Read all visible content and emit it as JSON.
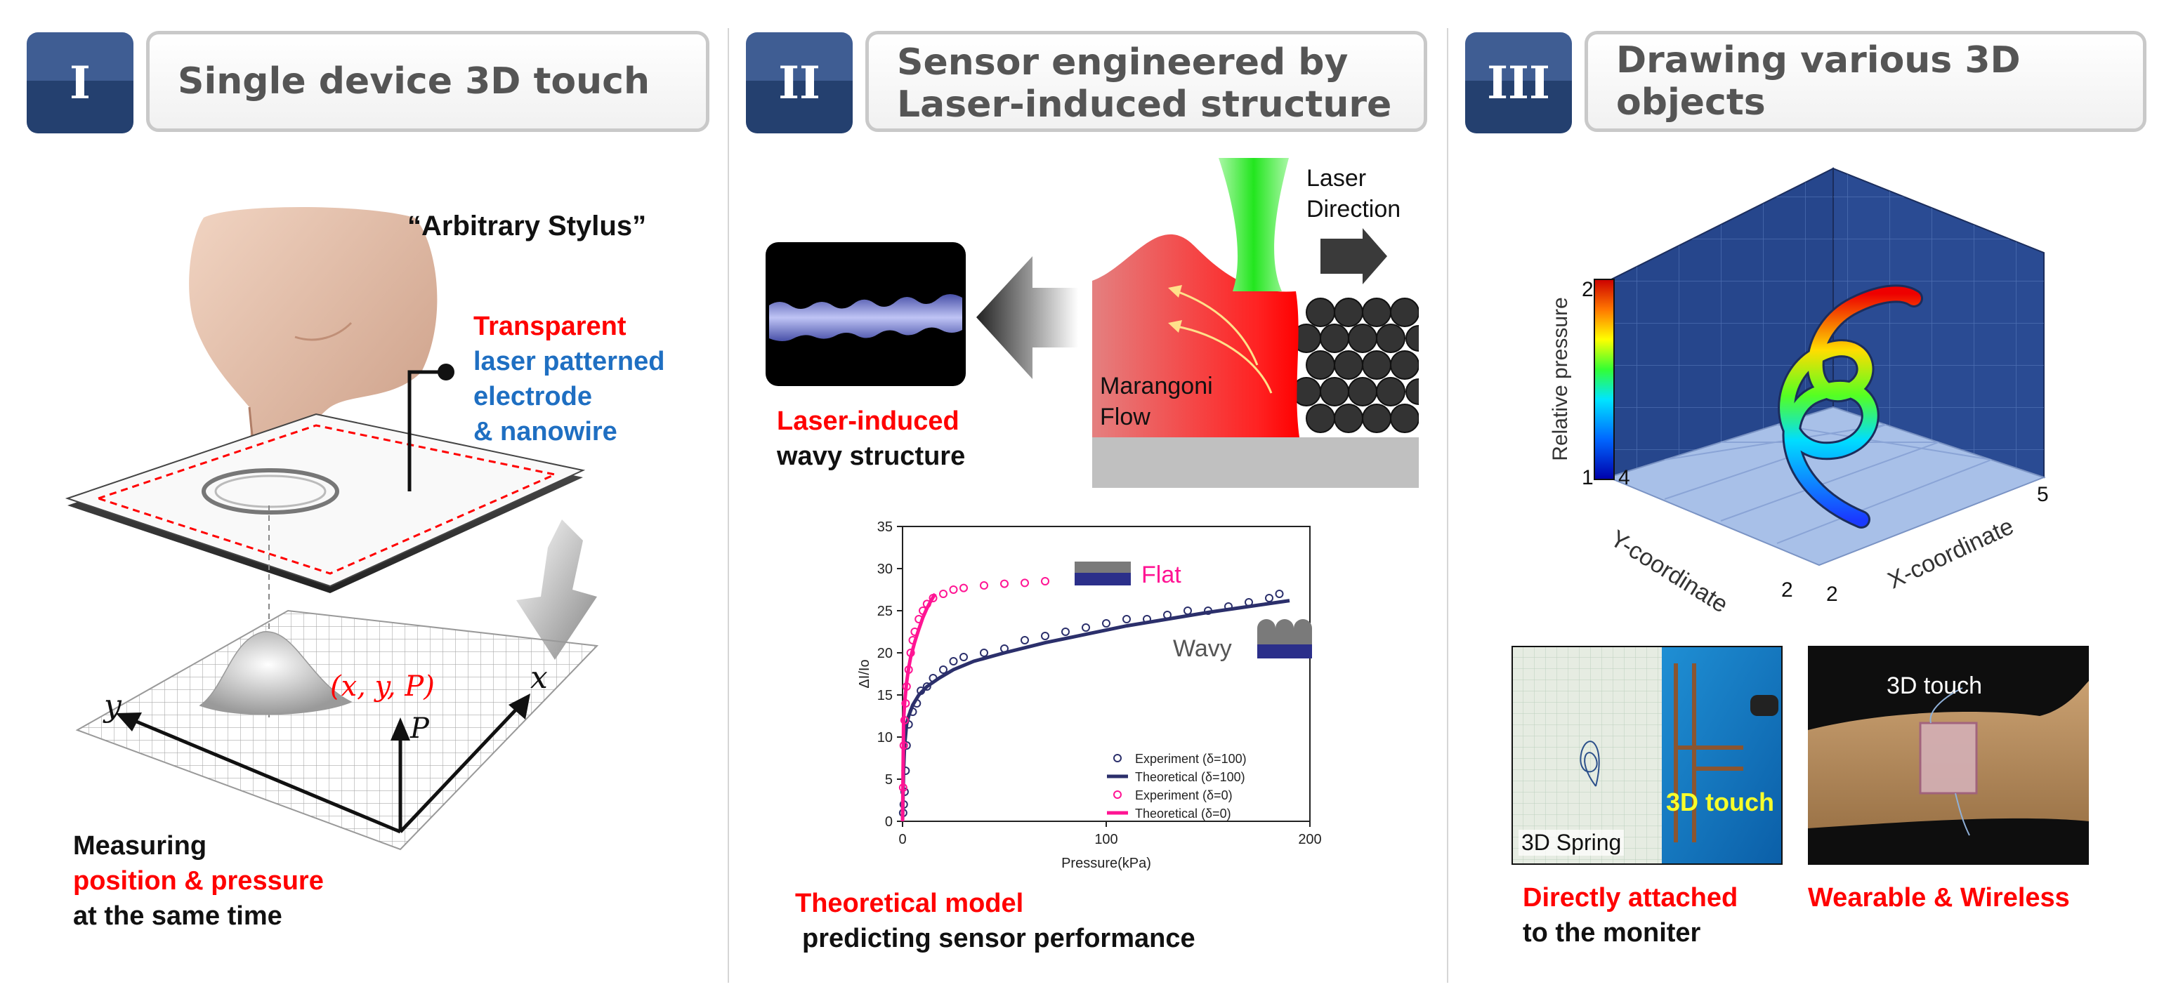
{
  "panels": [
    {
      "numeral": "I",
      "title": "Single device 3D touch"
    },
    {
      "numeral": "II",
      "title_line1": "Sensor engineered by",
      "title_line2": "Laser-induced structure"
    },
    {
      "numeral": "III",
      "title": "Drawing various 3D objects"
    }
  ],
  "panel1": {
    "stylus_label": "“Arbitrary Stylus”",
    "electrode_line1": "Transparent",
    "electrode_line2": "laser patterned",
    "electrode_line3": "electrode",
    "electrode_line4": "& nanowire",
    "coord_label": "(x, y, P)",
    "axis_x": "x",
    "axis_y": "y",
    "axis_p": "P",
    "caption_line1": "Measuring",
    "caption_line2": "position & pressure",
    "caption_line3": "at the same time"
  },
  "panel2": {
    "laser_line1": "Laser",
    "laser_line2": "Direction",
    "marangoni_line1": "Marangoni",
    "marangoni_line2": "Flow",
    "wavy_line1": "Laser-induced",
    "wavy_line2": "wavy structure",
    "flat_label": "Flat",
    "wavy_label": "Wavy",
    "caption_line1": "Theoretical model",
    "caption_line2": "predicting sensor performance"
  },
  "panel3": {
    "colorbar_label": "Relative pressure",
    "colorbar_max": "2",
    "colorbar_min": "1",
    "y_axis_label": "Y-coordinate",
    "x_axis_label": "X-coordinate",
    "y_tick_top": "4",
    "y_tick_bottom": "2",
    "x_tick_left": "2",
    "x_tick_right": "5",
    "photo1_label_a": "3D Spring",
    "photo1_label_b": "3D touch",
    "photo2_label": "3D touch",
    "caption1_line1": "Directly attached",
    "caption1_line2": "to the moniter",
    "caption2": "Wearable & Wireless"
  },
  "colors": {
    "accent_red": "#ff0000",
    "accent_blue": "#1f6fc2",
    "navy": "#2b2f6b",
    "magenta": "#ff1493",
    "badge": "#2f4b7c"
  },
  "chart_data": {
    "type": "scatter",
    "xlabel": "Pressure(kPa)",
    "ylabel": "ΔI/Io",
    "xlim": [
      0,
      200
    ],
    "ylim": [
      0,
      35
    ],
    "xticks": [
      0,
      100,
      200
    ],
    "yticks": [
      0,
      5,
      10,
      15,
      20,
      25,
      30,
      35
    ],
    "legend_position": "bottom-right",
    "series": [
      {
        "name": "Experiment (δ=100)",
        "kind": "points",
        "color": "#2b2f6b",
        "x": [
          0.3,
          0.6,
          1,
          1.5,
          2,
          3,
          5,
          7,
          9,
          12,
          15,
          20,
          25,
          30,
          40,
          50,
          60,
          70,
          80,
          90,
          100,
          110,
          120,
          130,
          140,
          150,
          160,
          170,
          180,
          185
        ],
        "y": [
          1,
          2,
          3.5,
          6,
          9,
          11.5,
          13,
          14,
          15.5,
          16,
          17,
          18,
          19,
          19.5,
          20,
          20.5,
          21.5,
          22,
          22.5,
          23,
          23.5,
          24,
          24,
          24.5,
          25,
          25,
          25.5,
          26,
          26.5,
          27
        ]
      },
      {
        "name": "Theoretical (δ=100)",
        "kind": "line",
        "color": "#2b2f6b",
        "x": [
          0,
          0.5,
          1,
          2,
          3,
          5,
          8,
          12,
          18,
          25,
          35,
          50,
          70,
          90,
          110,
          130,
          150,
          170,
          190
        ],
        "y": [
          0,
          6,
          9,
          11.5,
          12.5,
          13.8,
          15,
          16,
          17,
          18,
          19,
          20,
          21.2,
          22.2,
          23.2,
          24,
          24.8,
          25.5,
          26.2
        ]
      },
      {
        "name": "Experiment (δ=0)",
        "kind": "points",
        "color": "#ff1493",
        "x": [
          0.3,
          0.6,
          1,
          1.5,
          2,
          3,
          4,
          5,
          6,
          8,
          10,
          12,
          15,
          20,
          25,
          30,
          40,
          50,
          60,
          70
        ],
        "y": [
          4,
          9,
          12,
          14,
          16,
          18,
          20,
          21.5,
          22.5,
          24,
          25,
          25.8,
          26.5,
          27,
          27.5,
          27.7,
          28,
          28.2,
          28.3,
          28.5
        ]
      },
      {
        "name": "Theoretical (δ=0)",
        "kind": "line",
        "color": "#ff1493",
        "x": [
          0,
          0.5,
          1,
          2,
          3,
          4,
          6,
          8,
          10,
          12,
          14,
          16
        ],
        "y": [
          0,
          12,
          14,
          16.5,
          18.2,
          19.5,
          21.3,
          22.8,
          24.2,
          25.3,
          26.2,
          27
        ]
      }
    ]
  }
}
